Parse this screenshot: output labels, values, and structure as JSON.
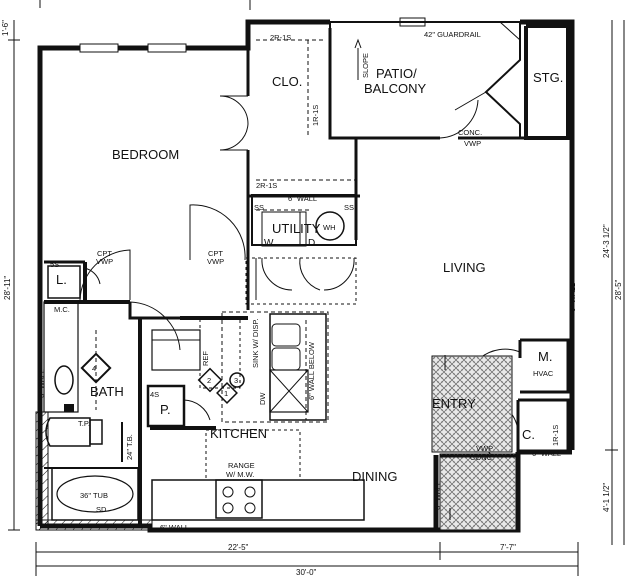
{
  "rooms": {
    "bedroom": "BEDROOM",
    "closet": "CLO.",
    "patio_line1": "PATIO/",
    "patio_line2": "BALCONY",
    "storage": "STG.",
    "utility": "UTILITY",
    "living": "LIVING",
    "bath": "BATH",
    "kitchen": "KITCHEN",
    "entry": "ENTRY",
    "dining": "DINING",
    "hvac_m": "M.",
    "hvac": "HVAC",
    "linen": "L.",
    "pantry": "P.",
    "coat": "C."
  },
  "notes": {
    "guardrail": "42\" GUARDRAIL",
    "slope": "SLOPE",
    "conc": "CONC.",
    "vwp": "VWP",
    "shelf_2r1s_top": "2R-1S",
    "shelf_1r1s": "1R-1S",
    "shelf_2r1s_bottom": "2R-1S",
    "wall_6_upper": "6\" WALL",
    "wall_6_right": "6\" WALL",
    "wall_6_below": "6\" WALL BELOW",
    "wall_6_bath": "6\" WALL",
    "wall_6_bottom": "6\" WALL",
    "wall_6_coat": "6\" WALL",
    "wall_6_dining": "6\" WALL",
    "cpt_left": "CPT",
    "vwp_left": "VWP",
    "cpt_right": "CPT",
    "vwp_right": "VWP",
    "ss_left": "SS",
    "ss_right": "SS",
    "wh": "WH",
    "w": "W.",
    "d": "D.",
    "ss_5": "5S",
    "mc": "M.C.",
    "ss_4": "4S",
    "ref": "REF",
    "sink": "SINK W/ DISP.",
    "dw": "DW",
    "range_line1": "RANGE",
    "range_line2": "W/ M.W.",
    "tub": "36\" TUB",
    "sd": "SD",
    "tp": "T.P.",
    "tb": "24\" T.B.",
    "wall_6_tub": "6\" WALL",
    "conc_entry": "VWP",
    "conc_entry2": "CONC.",
    "shelf_1r1s_coat": "1R-1S",
    "badge_4": "4",
    "badge_2": "2",
    "badge_3": "3",
    "badge_1": "1"
  },
  "dimensions": {
    "left_height": "28'-11\"",
    "top_left_small": "1'-6\"",
    "right_24": "24'-3 1/2\"",
    "right_28": "28'-5\"",
    "right_4": "4'-1 1/2\"",
    "bottom_22": "22'-5\"",
    "bottom_7": "7'-7\"",
    "bottom_30": "30'-0\""
  }
}
